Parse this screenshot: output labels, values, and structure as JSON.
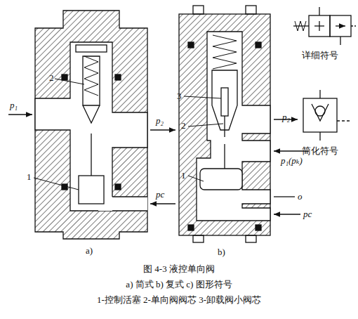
{
  "diagram": {
    "caption": "图 4-3 液控单向阀",
    "labels": [
      "2",
      "p₁",
      "p₂",
      "1",
      "pc",
      "a)",
      "3",
      "2",
      "p₂",
      "p₁(pₖ)",
      "1",
      "o",
      "pc",
      "b)",
      "详细符号",
      "简化符号",
      "a) 简式 b) 复式 c) 图形符号",
      "1-控制活塞 2-单向阀阀芯 3-卸载阀小阀芯"
    ]
  }
}
